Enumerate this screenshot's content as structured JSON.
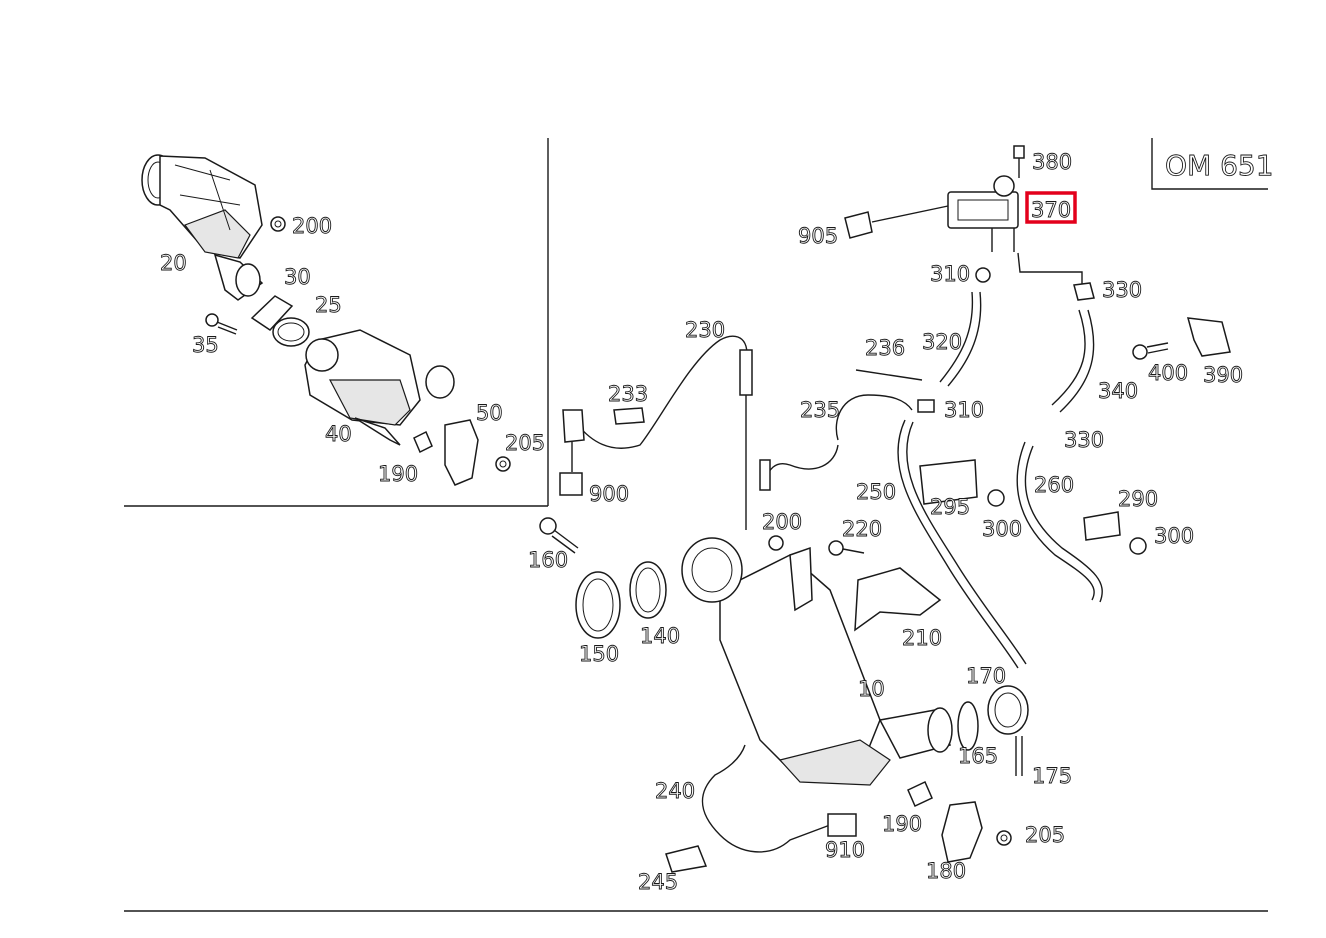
{
  "engine_label": "OM 651",
  "highlight": {
    "part": "370",
    "color": "#e3001b"
  },
  "inset_labels": {
    "p20": "20",
    "p200": "200",
    "p30": "30",
    "p25": "25",
    "p35": "35",
    "p40": "40",
    "p50": "50",
    "p190": "190",
    "p205": "205"
  },
  "main_labels": {
    "p380": "380",
    "p370": "370",
    "p905": "905",
    "p310a": "310",
    "p330a": "330",
    "p320": "320",
    "p340": "340",
    "p400": "400",
    "p390": "390",
    "p230": "230",
    "p236": "236",
    "p233": "233",
    "p235": "235",
    "p310b": "310",
    "p330b": "330",
    "p250": "250",
    "p260": "260",
    "p900": "900",
    "p295": "295",
    "p290": "290",
    "p300a": "300",
    "p300b": "300",
    "p200": "200",
    "p220": "220",
    "p160": "160",
    "p140": "140",
    "p150": "150",
    "p210": "210",
    "p10": "10",
    "p170": "170",
    "p165": "165",
    "p175": "175",
    "p240": "240",
    "p190": "190",
    "p205": "205",
    "p910": "910",
    "p245": "245",
    "p180": "180"
  }
}
